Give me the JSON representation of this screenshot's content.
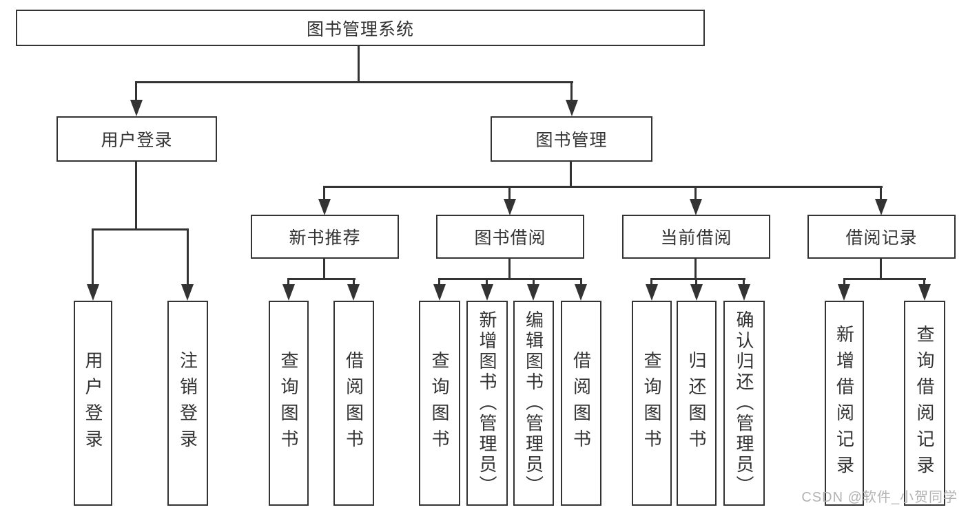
{
  "tree": {
    "root": "图书管理系统",
    "branches": [
      {
        "label": "用户登录",
        "leaves": [
          "用户登录",
          "注销登录"
        ]
      },
      {
        "label": "图书管理",
        "sections": [
          {
            "label": "新书推荐",
            "leaves": [
              "查询图书",
              "借阅图书"
            ]
          },
          {
            "label": "图书借阅",
            "leaves": [
              "查询图书",
              "新增图书（管理员）",
              "编辑图书（管理员）",
              "借阅图书"
            ]
          },
          {
            "label": "当前借阅",
            "leaves": [
              "查询图书",
              "归还图书",
              "确认归还（管理员）"
            ]
          },
          {
            "label": "借阅记录",
            "leaves": [
              "新增借阅记录",
              "查询借阅记录"
            ]
          }
        ]
      }
    ]
  },
  "watermark": {
    "text": "CSDN @软件_小贺同学"
  },
  "colors": {
    "line": "#333333",
    "text": "#333333",
    "watermark": "#b3b3b3",
    "background": "#ffffff"
  }
}
